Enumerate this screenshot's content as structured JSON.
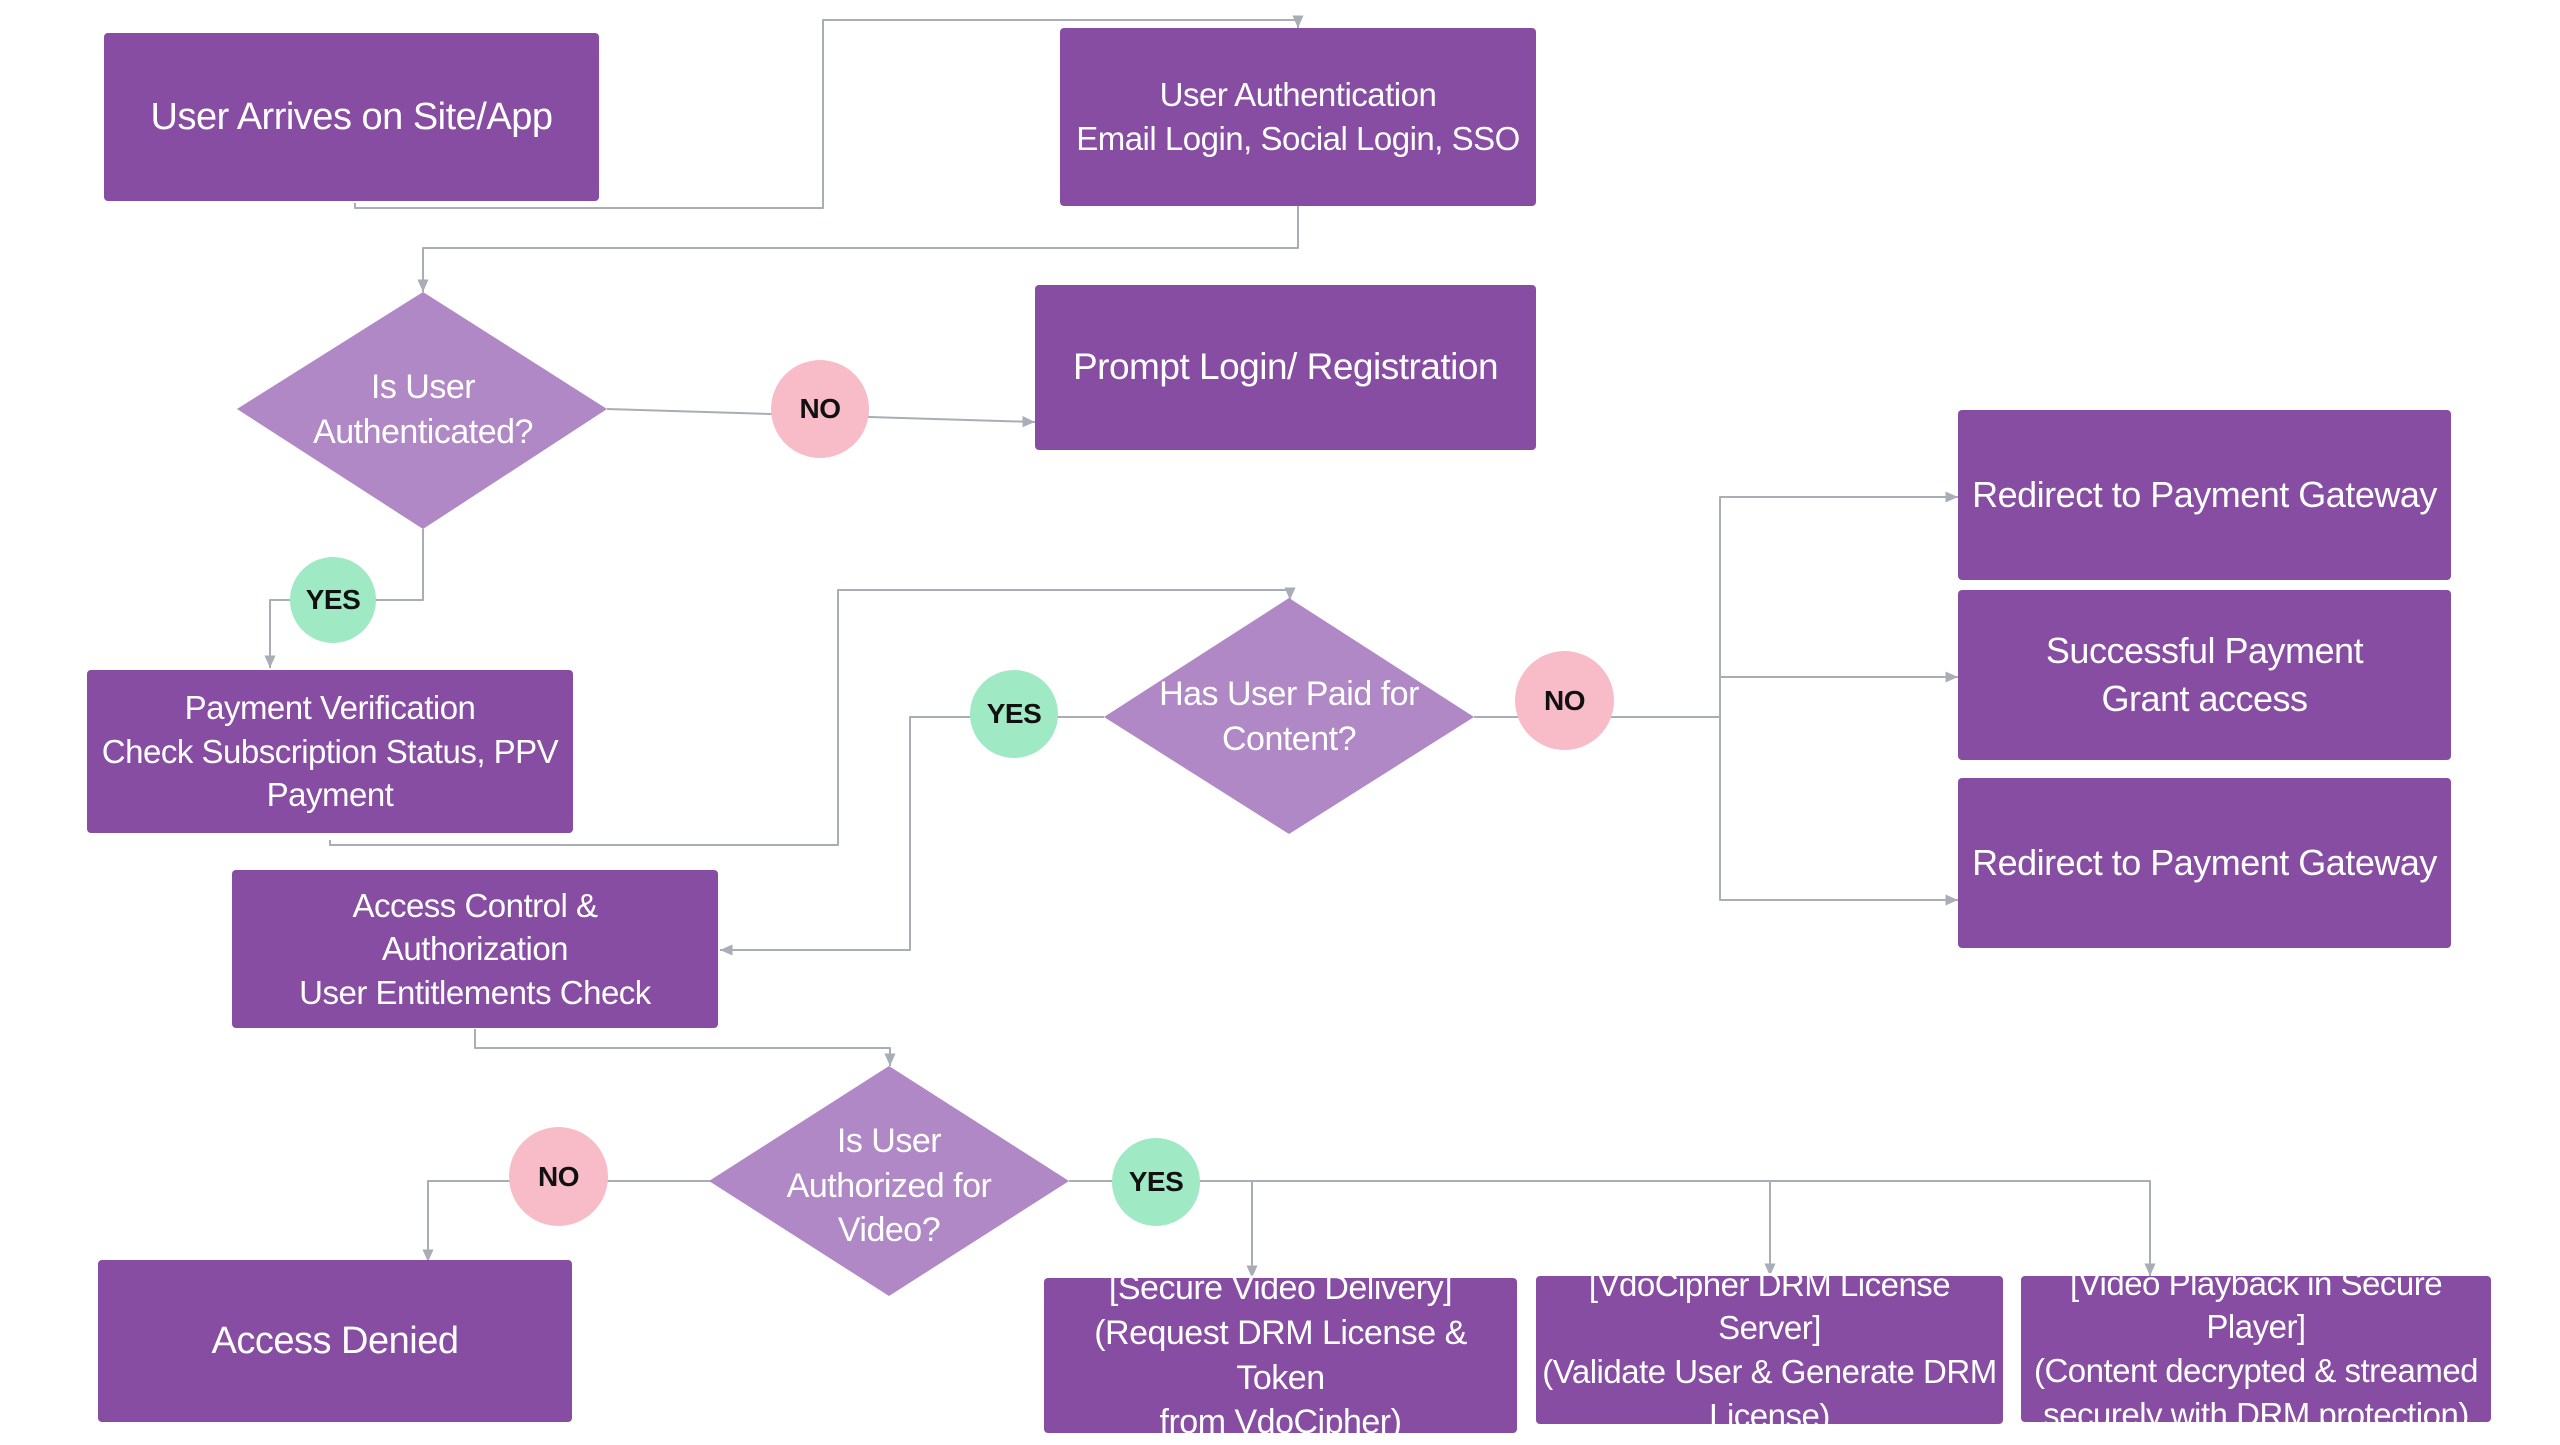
{
  "colors": {
    "box": "#864da3",
    "diamond": "#b088c6",
    "yes_badge": "#9fe9c4",
    "no_badge": "#f8bcc8",
    "connector": "#a9adb6"
  },
  "nodes": {
    "user_arrives": "User Arrives on Site/App",
    "user_authentication": "User Authentication\nEmail Login, Social Login, SSO",
    "is_user_authenticated": "Is User\nAuthenticated?",
    "prompt_login": "Prompt Login/ Registration",
    "payment_verification": "Payment Verification\nCheck Subscription Status, PPV\nPayment",
    "has_user_paid": "Has User Paid for\nContent?",
    "redirect_payment_1": "Redirect to Payment Gateway",
    "successful_payment": "Successful Payment\nGrant access",
    "redirect_payment_2": "Redirect to Payment Gateway",
    "access_control": "Access Control &\nAuthorization\nUser Entitlements Check",
    "is_user_authorized": "Is User\nAuthorized for\nVideo?",
    "access_denied": "Access Denied",
    "secure_delivery": "[Secure Video Delivery]\n(Request DRM License & Token\nfrom VdoCipher)",
    "drm_license_server": "[VdoCipher DRM License Server]\n(Validate User & Generate DRM\nLicense)",
    "video_playback": "[Video Playback in Secure Player]\n(Content decrypted & streamed\nsecurely with DRM protection)"
  },
  "badges": {
    "auth_no": "NO",
    "auth_yes": "YES",
    "paid_yes": "YES",
    "paid_no": "NO",
    "authorized_no": "NO",
    "authorized_yes": "YES"
  }
}
